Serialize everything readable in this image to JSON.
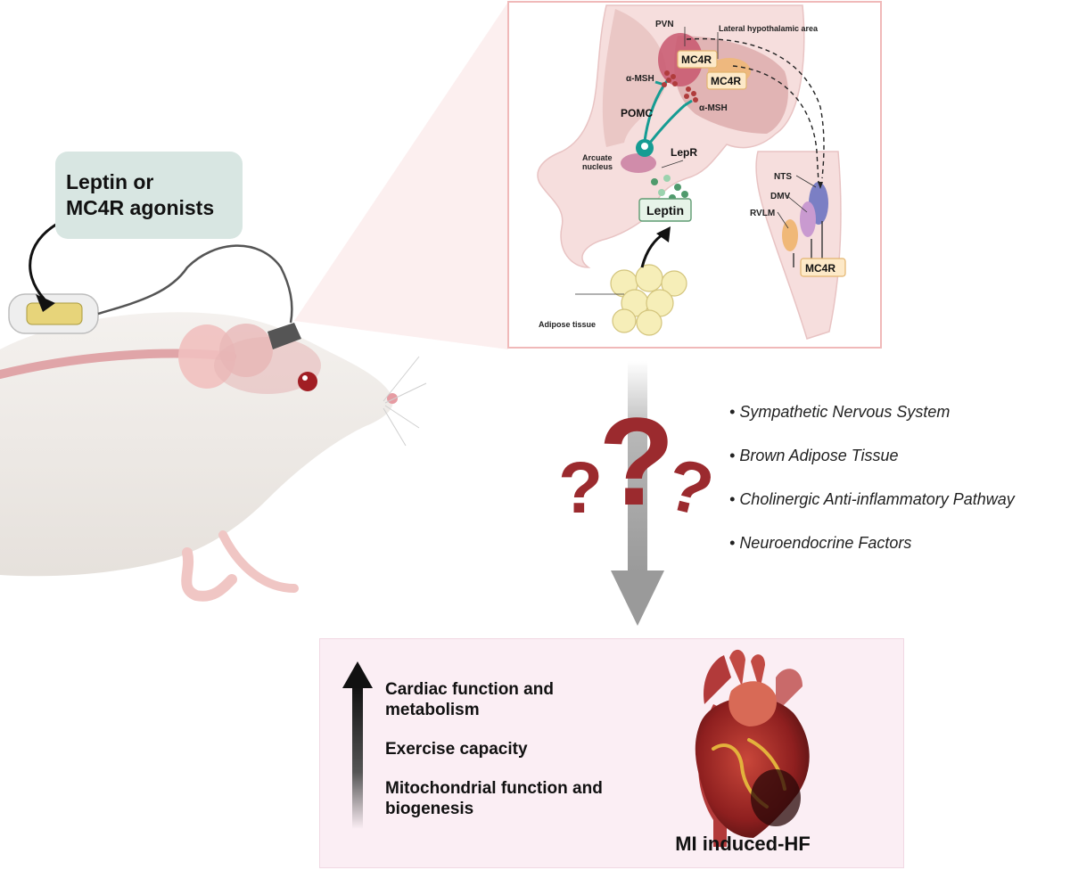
{
  "treatment_label": [
    "Leptin or",
    "MC4R agonists"
  ],
  "brain_panel": {
    "pvn": "PVN",
    "lateral_hypothalamic": "Lateral hypothalamic area",
    "mc4r": "MC4R",
    "alpha_msh": "α-MSH",
    "pomc": "POMC",
    "lepr": "LepR",
    "arcuate": [
      "Arcuate",
      "nucleus"
    ],
    "leptin": "Leptin",
    "adipose": "Adipose tissue",
    "nts": "NTS",
    "dmv": "DMV",
    "rvlm": "RVLM"
  },
  "pathways": [
    "Sympathetic Nervous System",
    "Brown Adipose Tissue",
    "Cholinergic Anti-inflammatory Pathway",
    "Neuroendocrine Factors"
  ],
  "outcomes": [
    [
      "Cardiac function and",
      "metabolism"
    ],
    [
      "Exercise capacity"
    ],
    [
      "Mitochondrial function and",
      "biogenesis"
    ]
  ],
  "heart_label": "MI induced-HF",
  "colors": {
    "box_teal": "#d8e6e2",
    "question_red": "#9b2a2e",
    "panel_pink": "#fbeef4",
    "mc4r_fill": "#fde9c8"
  }
}
